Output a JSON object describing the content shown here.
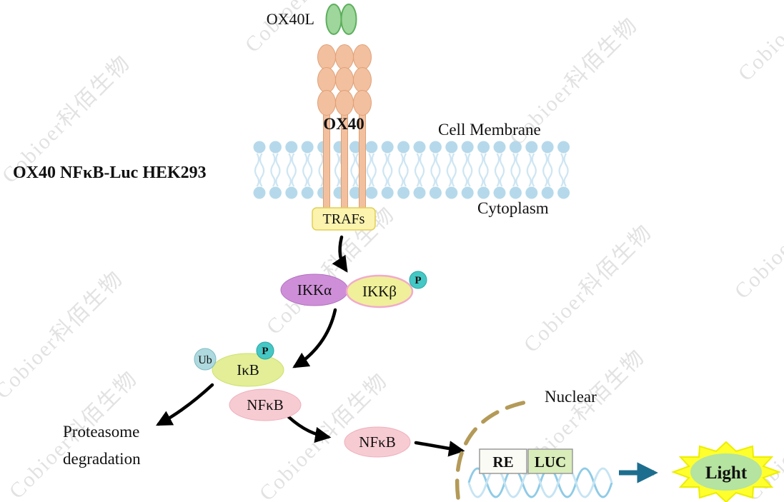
{
  "watermark": {
    "text": "Cobioer科佰生物"
  },
  "pathway": {
    "ligand": {
      "label": "OX40L"
    },
    "receptor": {
      "label": "OX40"
    },
    "membrane": {
      "label": "Cell Membrane"
    },
    "cell_line": {
      "label": "OX40 NFκB-Luc HEK293"
    },
    "cytoplasm": {
      "label": "Cytoplasm"
    },
    "adapter": {
      "label": "TRAFs"
    },
    "ikk": {
      "alpha": "IKKα",
      "beta": "IKKβ",
      "phospho": "P"
    },
    "ikb": {
      "label": "IκB",
      "ubiquitin": "Ub",
      "phospho": "P"
    },
    "nfkb_bound": {
      "label": "NFκB"
    },
    "nfkb_free": {
      "label": "NFκB"
    },
    "proteasome": {
      "line1": "Proteasome",
      "line2": "degradation"
    },
    "nucleus": {
      "label": "Nuclear"
    },
    "reporter": {
      "re": "RE",
      "luc": "LUC"
    },
    "output": {
      "label": "Light"
    }
  },
  "colors": {
    "membrane_blue": "#b5d9ea",
    "membrane_tail": "#cde5f2",
    "receptor_peach": "#f2c09e",
    "receptor_outline": "#dd9f73",
    "ligand_green": "#9ed69b",
    "ligand_outline": "#5daf5d",
    "traf_yellow": "#fbf3ae",
    "ikk_alpha_purple": "#cf8fd8",
    "ikk_beta_yellow": "#eff099",
    "ikk_beta_rim_pink": "#f2aacb",
    "phospho_teal": "#45c8c5",
    "ub_blue": "#aed9de",
    "ikb_green": "#e3ee97",
    "nfkb_pink": "#f7cbd2",
    "nuclear_envelope_tan": "#b49a58",
    "dna_blue": "#8fcbe6",
    "re_text_green": "#1e6b1e",
    "luc_text_magenta": "#c23ac2",
    "luc_box_green": "#d9edba",
    "star_yellow": "#ffff2e",
    "light_text_green": "#188018",
    "arrow_teal": "#1d6e8e",
    "ox40_text_brown": "#9c4a1e",
    "arrow_black": "#000000"
  }
}
